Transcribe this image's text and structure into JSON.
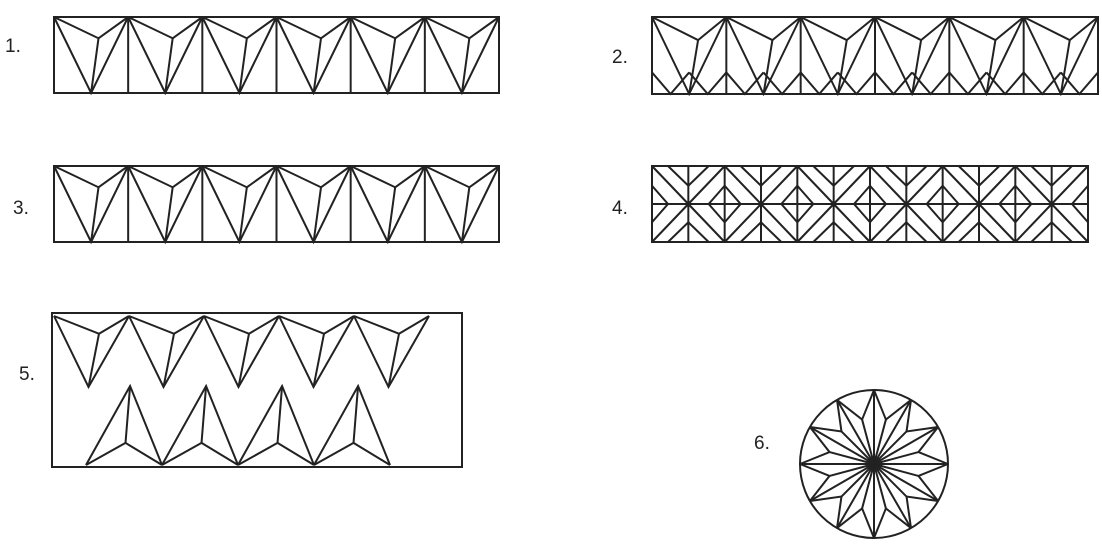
{
  "figures": [
    {
      "id": "1",
      "label": "1."
    },
    {
      "id": "2",
      "label": "2."
    },
    {
      "id": "3",
      "label": "3."
    },
    {
      "id": "4",
      "label": "4."
    },
    {
      "id": "5",
      "label": "5."
    },
    {
      "id": "6",
      "label": "6."
    }
  ],
  "colors": {
    "line": "#222222",
    "background": "#ffffff"
  }
}
